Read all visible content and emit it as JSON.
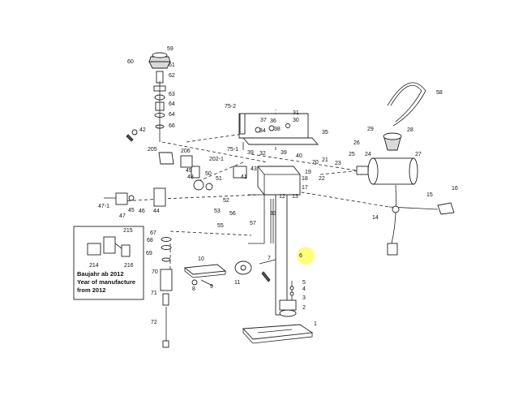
{
  "callouts": [
    {
      "id": "n59",
      "text": "59"
    },
    {
      "id": "n60",
      "text": "60"
    },
    {
      "id": "n61",
      "text": "61"
    },
    {
      "id": "n62",
      "text": "62"
    },
    {
      "id": "n63",
      "text": "63"
    },
    {
      "id": "n64",
      "text": "64"
    },
    {
      "id": "n64b",
      "text": "64"
    },
    {
      "id": "n66",
      "text": "66"
    },
    {
      "id": "n42",
      "text": "42"
    },
    {
      "id": "n752",
      "text": "75-2"
    },
    {
      "id": "n31",
      "text": "31"
    },
    {
      "id": "n30",
      "text": "30"
    },
    {
      "id": "n36",
      "text": "36"
    },
    {
      "id": "n37",
      "text": "37"
    },
    {
      "id": "n35",
      "text": "35"
    },
    {
      "id": "n38",
      "text": "38"
    },
    {
      "id": "n34",
      "text": "34"
    },
    {
      "id": "n751",
      "text": "75-1"
    },
    {
      "id": "n39",
      "text": "39"
    },
    {
      "id": "n39b",
      "text": "39"
    },
    {
      "id": "n32",
      "text": "32"
    },
    {
      "id": "n40",
      "text": "40"
    },
    {
      "id": "n205",
      "text": "205"
    },
    {
      "id": "n206",
      "text": "206"
    },
    {
      "id": "n2021",
      "text": "202-1"
    },
    {
      "id": "n43",
      "text": "43"
    },
    {
      "id": "n41",
      "text": "41"
    },
    {
      "id": "n49",
      "text": "49"
    },
    {
      "id": "n48",
      "text": "48"
    },
    {
      "id": "n50",
      "text": "50"
    },
    {
      "id": "n51",
      "text": "51"
    },
    {
      "id": "n18",
      "text": "18"
    },
    {
      "id": "n17",
      "text": "17"
    },
    {
      "id": "n12",
      "text": "12"
    },
    {
      "id": "n13",
      "text": "13"
    },
    {
      "id": "n20",
      "text": "20"
    },
    {
      "id": "n21",
      "text": "21"
    },
    {
      "id": "n19",
      "text": "19"
    },
    {
      "id": "n22",
      "text": "22"
    },
    {
      "id": "n23",
      "text": "23"
    },
    {
      "id": "n24",
      "text": "24"
    },
    {
      "id": "n25",
      "text": "25"
    },
    {
      "id": "n26",
      "text": "26"
    },
    {
      "id": "n27",
      "text": "27"
    },
    {
      "id": "n28",
      "text": "28"
    },
    {
      "id": "n29",
      "text": "29"
    },
    {
      "id": "n58",
      "text": "58"
    },
    {
      "id": "n471",
      "text": "47-1"
    },
    {
      "id": "n47",
      "text": "47"
    },
    {
      "id": "n46",
      "text": "46"
    },
    {
      "id": "n45",
      "text": "45"
    },
    {
      "id": "n44",
      "text": "44"
    },
    {
      "id": "n52",
      "text": "52"
    },
    {
      "id": "n53",
      "text": "53"
    },
    {
      "id": "n56",
      "text": "56"
    },
    {
      "id": "n57",
      "text": "57"
    },
    {
      "id": "n55",
      "text": "55"
    },
    {
      "id": "n33",
      "text": "33"
    },
    {
      "id": "n14",
      "text": "14"
    },
    {
      "id": "n15",
      "text": "15"
    },
    {
      "id": "n16",
      "text": "16"
    },
    {
      "id": "n215",
      "text": "215"
    },
    {
      "id": "n214",
      "text": "214"
    },
    {
      "id": "n216",
      "text": "216"
    },
    {
      "id": "n67",
      "text": "67"
    },
    {
      "id": "n68",
      "text": "68"
    },
    {
      "id": "n69",
      "text": "69"
    },
    {
      "id": "n70",
      "text": "70"
    },
    {
      "id": "n71",
      "text": "71"
    },
    {
      "id": "n72",
      "text": "72"
    },
    {
      "id": "n10",
      "text": "10"
    },
    {
      "id": "n7",
      "text": "7"
    },
    {
      "id": "n11",
      "text": "11"
    },
    {
      "id": "n9",
      "text": "9"
    },
    {
      "id": "n8",
      "text": "8"
    },
    {
      "id": "n6",
      "text": "6"
    },
    {
      "id": "n5",
      "text": "5"
    },
    {
      "id": "n4",
      "text": "4"
    },
    {
      "id": "n3",
      "text": "3"
    },
    {
      "id": "n2",
      "text": "2"
    },
    {
      "id": "n1",
      "text": "1"
    }
  ],
  "inset": {
    "line1": "Baujahr ab 2012",
    "line2": "Year of manufacture",
    "line3": "from 2012"
  },
  "highlight": {
    "color": "#ffff66",
    "label": "6"
  }
}
